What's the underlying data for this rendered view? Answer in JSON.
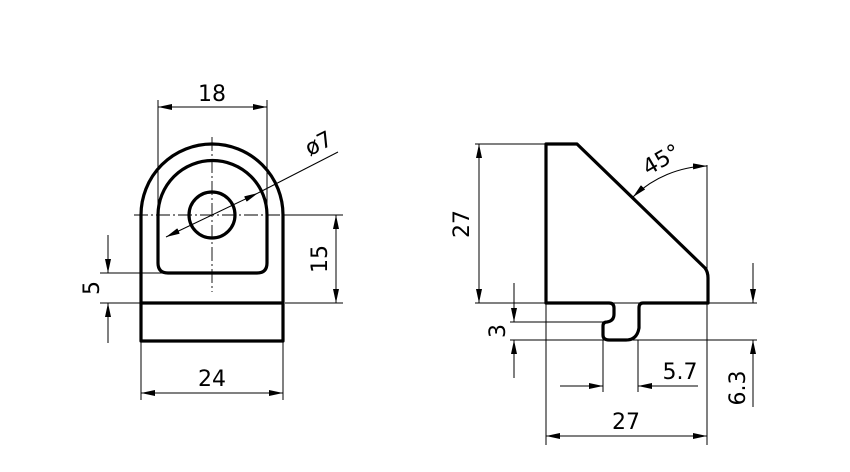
{
  "front_view": {
    "width_top": "18",
    "hole_diameter": "ø7",
    "hole_center_height": "15",
    "slot_bottom_offset": "5",
    "base_width": "24"
  },
  "side_view": {
    "height": "27",
    "angle": "45°",
    "groove_depth": "3",
    "groove_width": "5.7",
    "tongue_height": "6.3",
    "length": "27"
  },
  "colors": {
    "line": "#000000",
    "background": "#ffffff"
  }
}
